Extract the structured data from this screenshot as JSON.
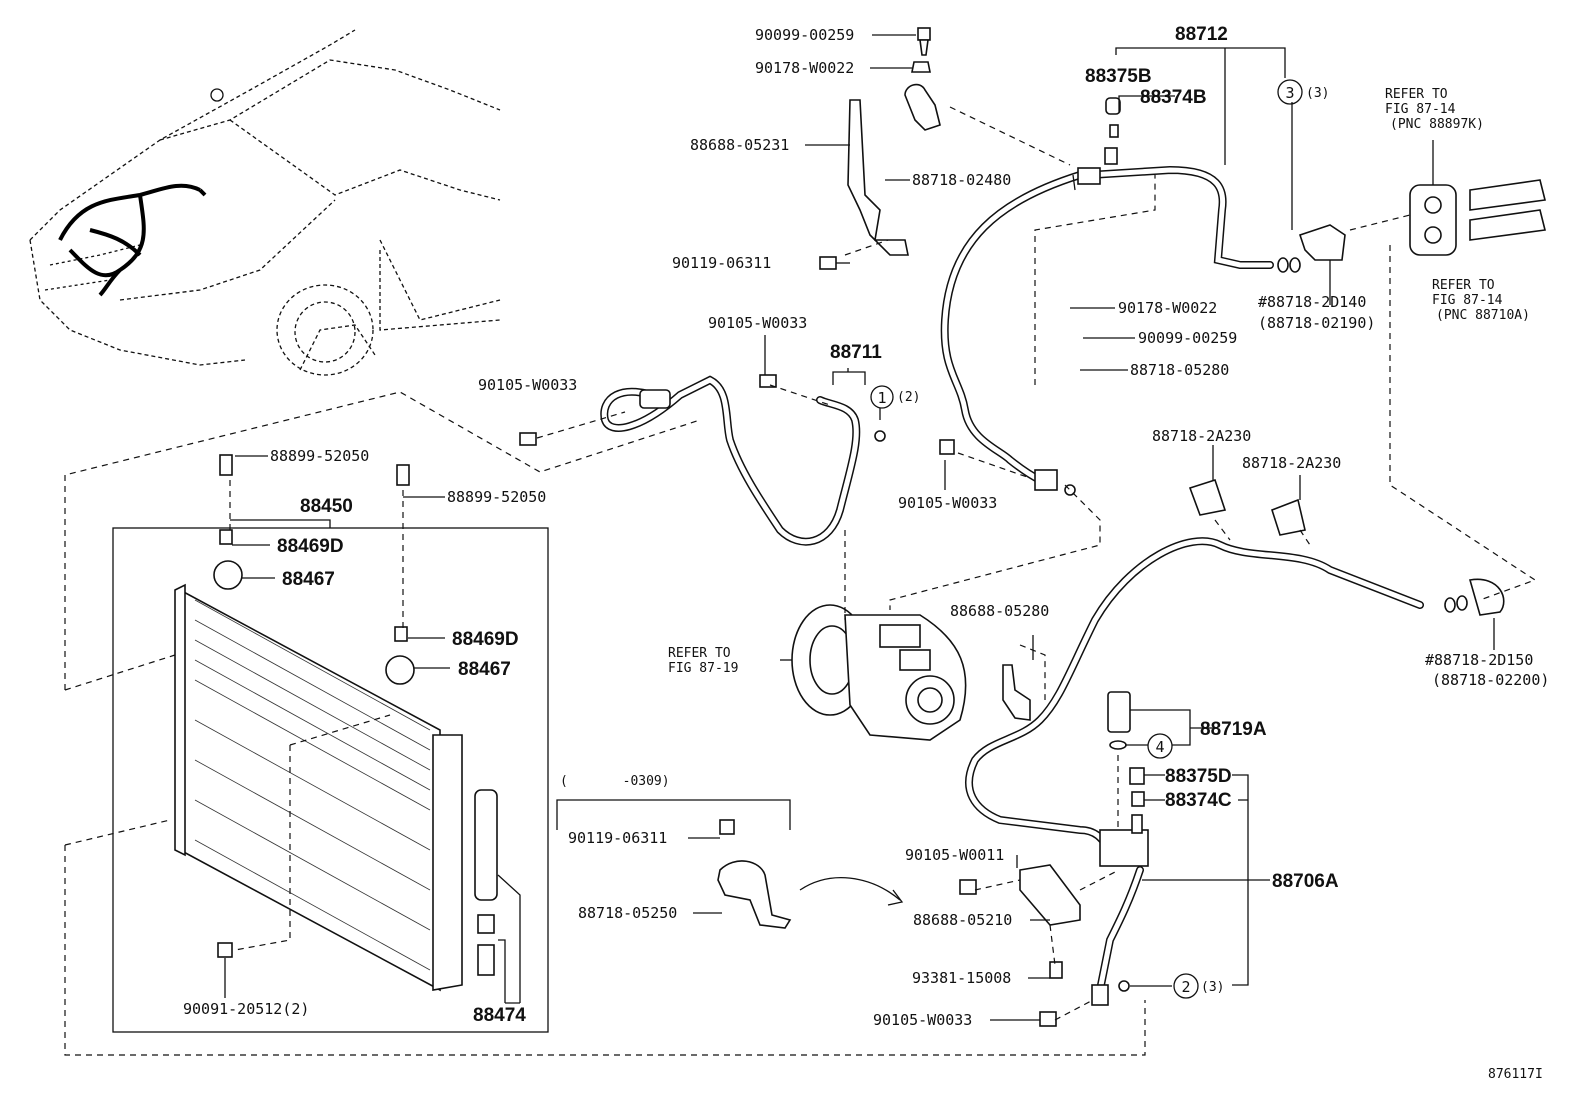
{
  "diagram_id": "876117I",
  "callouts": {
    "c1": "1",
    "c1q": "(2)",
    "c2": "2",
    "c2q": "(3)",
    "c3": "3",
    "c3q": "(3)",
    "c4": "4"
  },
  "labels": {
    "p90099_top": "90099-00259",
    "p90178_top": "90178-W0022",
    "p88688_05231": "88688-05231",
    "p88718_02480": "88718-02480",
    "p90119_top": "90119-06311",
    "p88712": "88712",
    "p88375B": "88375B",
    "p88374B": "88374B",
    "refer1": [
      "REFER TO",
      "FIG 87-14",
      "(PNC 88897K)"
    ],
    "refer2": [
      "REFER TO",
      "FIG 87-14",
      "(PNC 88710A)"
    ],
    "p88718_2D140": "#88718-2D140",
    "p88718_02190": "(88718-02190)",
    "p90178_mid": "90178-W0022",
    "p90099_mid": "90099-00259",
    "p88718_05280": "88718-05280",
    "p90105_a": "90105-W0033",
    "p90105_b": "90105-W0033",
    "p88711": "88711",
    "p90105_c": "90105-W0033",
    "p88718_2A230_a": "88718-2A230",
    "p88718_2A230_b": "88718-2A230",
    "p88899_a": "88899-52050",
    "p88899_b": "88899-52050",
    "p88450": "88450",
    "p88469D_a": "88469D",
    "p88467_a": "88467",
    "p88469D_b": "88469D",
    "p88467_b": "88467",
    "refer3": [
      "REFER TO",
      "FIG 87-19"
    ],
    "p88688_05280": "88688-05280",
    "p88718_2D150": "#88718-2D150",
    "p88718_02200": "(88718-02200)",
    "p88719A": "88719A",
    "p88375D": "88375D",
    "p88374C": "88374C",
    "p88706A": "88706A",
    "range": "(       -0309)",
    "p90119_low": "90119-06311",
    "p88718_05250": "88718-05250",
    "p90105_W0011": "90105-W0011",
    "p88688_05210": "88688-05210",
    "p93381": "93381-15008",
    "p90105_d": "90105-W0033",
    "p90091": "90091-20512(2)",
    "p88474": "88474"
  }
}
